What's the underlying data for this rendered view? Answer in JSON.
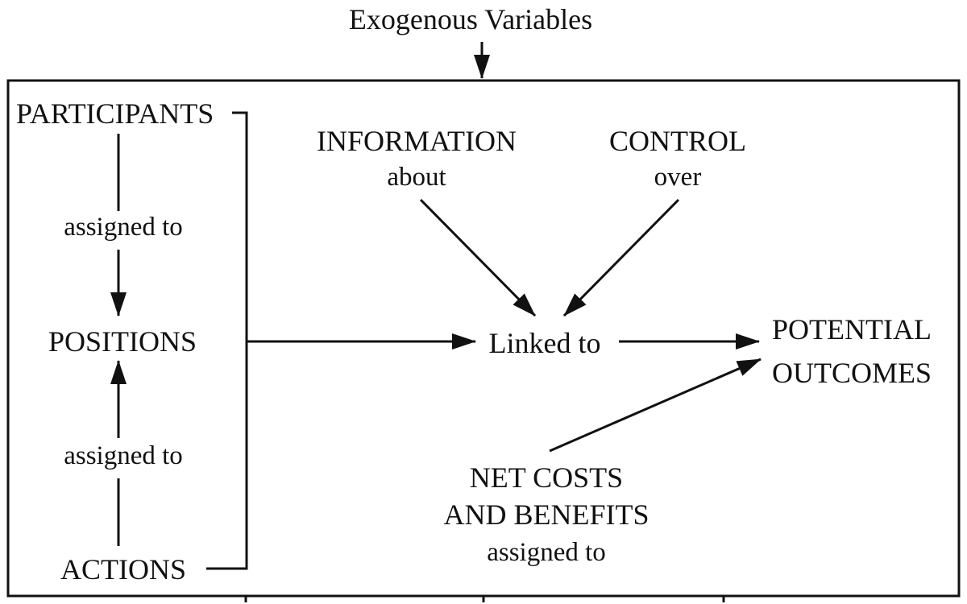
{
  "diagram": {
    "top_label": "Exogenous Variables",
    "participants": "PARTICIPANTS",
    "assigned_to_upper": "assigned to",
    "positions": "POSITIONS",
    "assigned_to_lower": "assigned to",
    "actions": "ACTIONS",
    "information": "INFORMATION",
    "information_sub": "about",
    "control": "CONTROL",
    "control_sub": "over",
    "linked_to": "Linked to",
    "potential": "POTENTIAL",
    "outcomes": "OUTCOMES",
    "net_costs": "NET COSTS",
    "and_benefits": "AND BENEFITS",
    "net_costs_sub": "assigned to"
  },
  "colors": {
    "ink": "#111111",
    "background": "#ffffff"
  }
}
